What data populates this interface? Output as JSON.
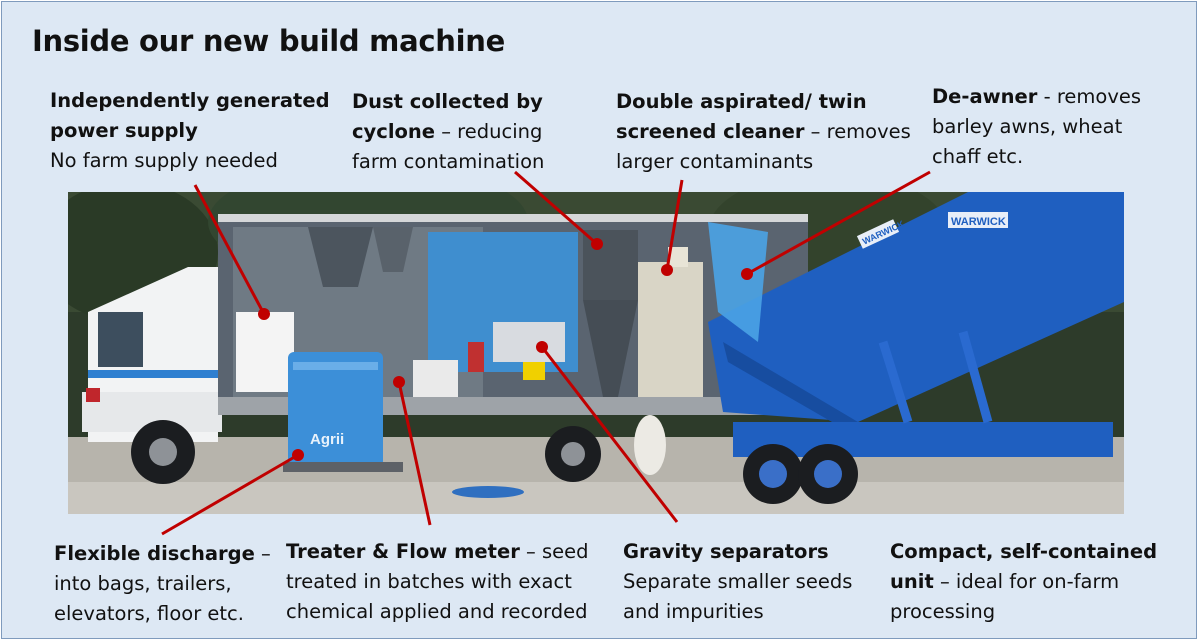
{
  "title": "Inside our new build machine",
  "labels": {
    "power": {
      "bold": "Independently generated power supply",
      "rest": "No farm supply needed"
    },
    "dust": {
      "bold": "Dust collected by cyclone",
      "rest": " – reducing farm contamination"
    },
    "cleaner": {
      "bold": "Double aspirated/ twin screened cleaner",
      "rest": " – removes larger contaminants"
    },
    "deawner": {
      "bold": "De-awner",
      "rest": " - removes barley awns, wheat chaff etc."
    },
    "discharge": {
      "bold": "Flexible discharge",
      "rest": " – into bags, trailers, elevators, floor etc."
    },
    "treater": {
      "bold": "Treater & Flow meter",
      "rest": " – seed treated in batches with exact chemical applied and recorded"
    },
    "gravity": {
      "bold": "Gravity separators",
      "rest": "Separate smaller seeds and impurities"
    },
    "compact": {
      "bold": "Compact, self-contained unit",
      "rest": " – ideal for on-farm processing"
    }
  },
  "photo_text": {
    "bag_brand": "Agrii",
    "trailer_brand": "WARWICK",
    "trailer_brand_2": "WARWICK"
  },
  "colors": {
    "leader": "#c00000",
    "background": "#dde8f4",
    "truck_blue": "#1f5fc0",
    "bag_blue": "#3c8fd8"
  }
}
